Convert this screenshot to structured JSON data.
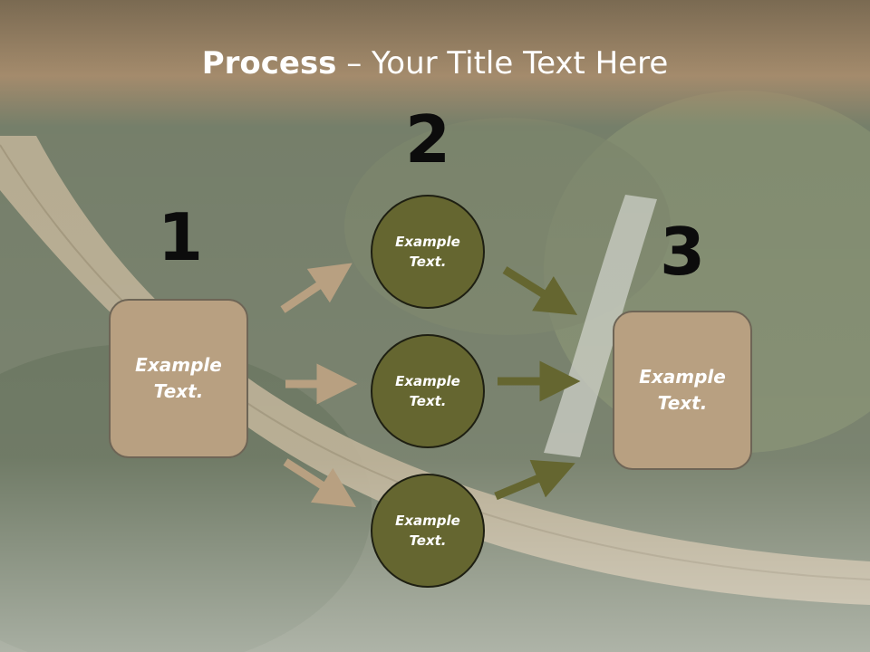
{
  "slide": {
    "title_bold": "Process",
    "title_rest": " – Your Title Text Here",
    "step_numbers": [
      "1",
      "2",
      "3"
    ],
    "left_box_text": "Example\nText.",
    "circles": [
      "Example\nText.",
      "Example\nText.",
      "Example\nText."
    ],
    "right_box_text": "Example\nText.",
    "colors": {
      "title_band": "#a48b6c",
      "box_fill": "#b8a081",
      "circle_fill": "#656630",
      "arrow_left": "#b8a081",
      "arrow_right": "#656630"
    }
  }
}
